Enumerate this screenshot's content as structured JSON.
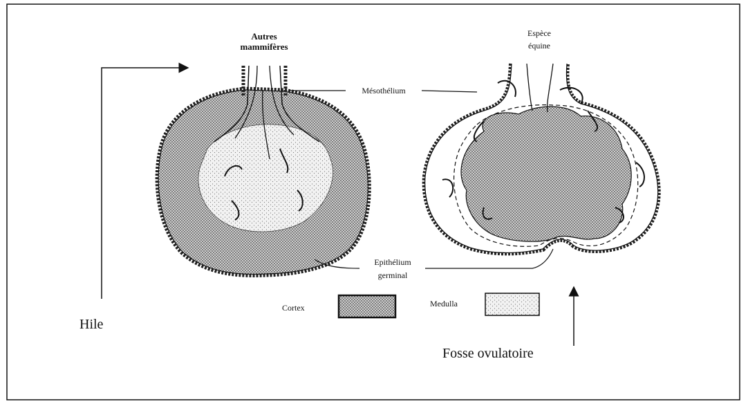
{
  "labels": {
    "left_title_line1": "Autres",
    "left_title_line2": "mammifères",
    "right_title_line1": "Espèce",
    "right_title_line2": "équine",
    "mesothelium": "Mésothélium",
    "epithelium_line1": "Epithélium",
    "epithelium_line2": "germinal",
    "cortex": "Cortex",
    "medulla": "Medulla",
    "hile": "Hile",
    "fosse": "Fosse ovulatoire"
  },
  "colors": {
    "ink": "#111111",
    "cortex_fill": "#8c8c8c",
    "medulla_fill": "#dadada",
    "background": "#ffffff"
  }
}
